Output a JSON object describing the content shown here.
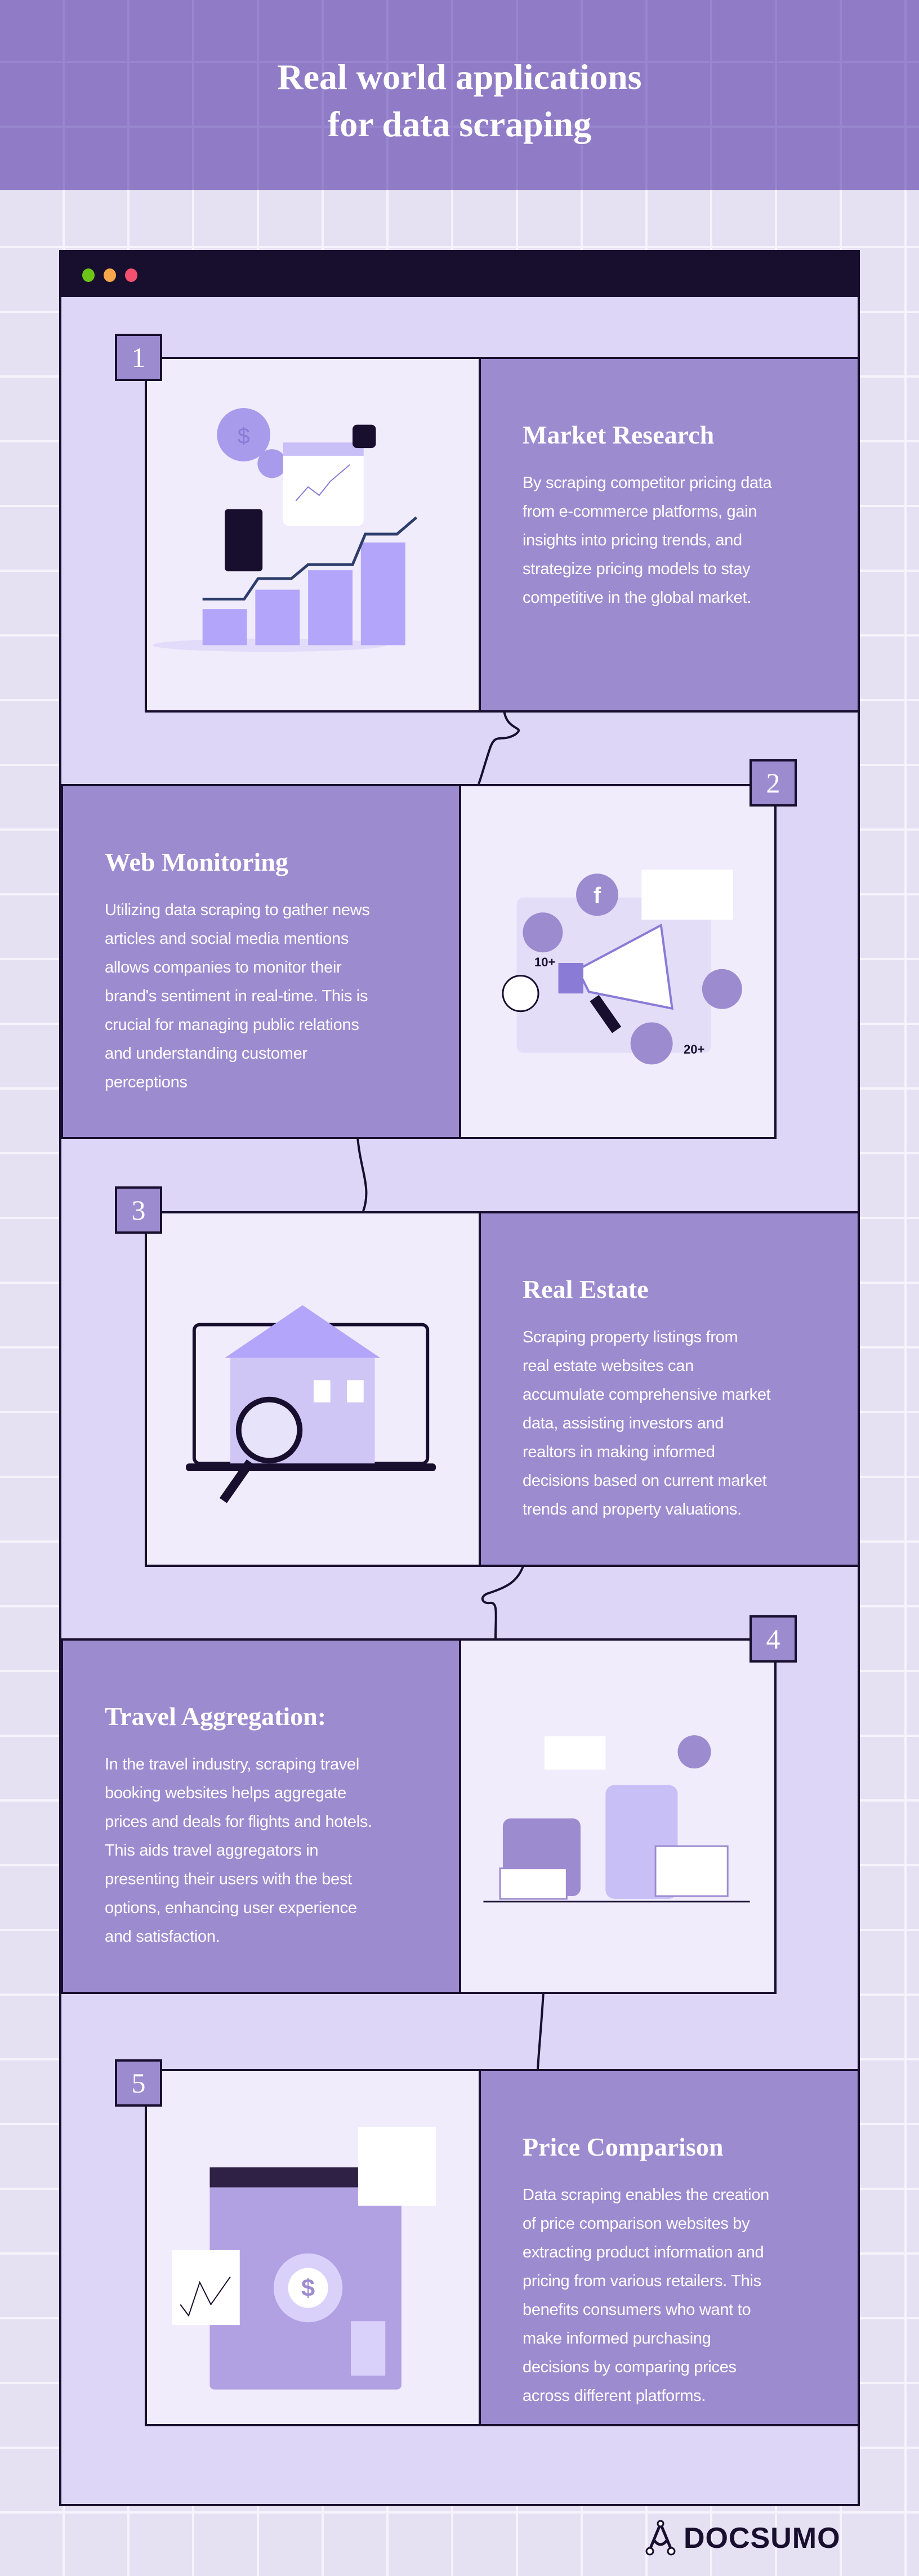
{
  "title_lines": [
    "Real world applications",
    "for data scraping"
  ],
  "colors": {
    "header": "#8F7BC6",
    "panel": "#9D8BD0",
    "dark": "#180E2E",
    "dot_green": "#6CC417",
    "dot_orange": "#F7A64B",
    "dot_red": "#F2506E"
  },
  "cards": [
    {
      "number": "1",
      "title": "Market Research",
      "icon": "bar-chart-growth-illustration",
      "lines": [
        "By scraping competitor pricing data",
        "from e-commerce platforms, gain",
        "insights into pricing trends, and",
        "strategize pricing models to stay",
        "competitive in the global market."
      ]
    },
    {
      "number": "2",
      "title": "Web Monitoring",
      "icon": "megaphone-social-media-illustration",
      "lines": [
        "Utilizing data scraping to gather news",
        "articles and social media mentions",
        "allows companies to monitor their",
        "brand's sentiment in real-time. This is",
        "crucial for managing public relations",
        "and understanding customer",
        "perceptions"
      ],
      "social_counts": [
        "10+",
        "20+"
      ]
    },
    {
      "number": "3",
      "title": "Real Estate",
      "icon": "house-magnifier-illustration",
      "lines": [
        "Scraping property listings from",
        "real estate websites can",
        "accumulate comprehensive market",
        "data, assisting investors and",
        "realtors in making informed",
        "decisions based on current market",
        "trends and property valuations."
      ]
    },
    {
      "number": "4",
      "title": "Travel Aggregation:",
      "icon": "luggage-calendar-illustration",
      "lines": [
        "In the travel industry, scraping travel",
        "booking websites helps aggregate",
        "prices and deals for flights and hotels.",
        "This aids travel aggregators in",
        "presenting their users with the best",
        "options, enhancing user experience",
        "and satisfaction."
      ]
    },
    {
      "number": "5",
      "title": "Price Comparison",
      "icon": "price-dashboard-illustration",
      "lines": [
        "Data scraping enables the creation",
        "of price comparison websites by",
        "extracting product information and",
        "pricing from various retailers. This",
        "benefits consumers who want to",
        "make informed purchasing",
        "decisions by comparing prices",
        "across different platforms."
      ]
    }
  ],
  "logo": {
    "text": "DOCSUMO"
  }
}
